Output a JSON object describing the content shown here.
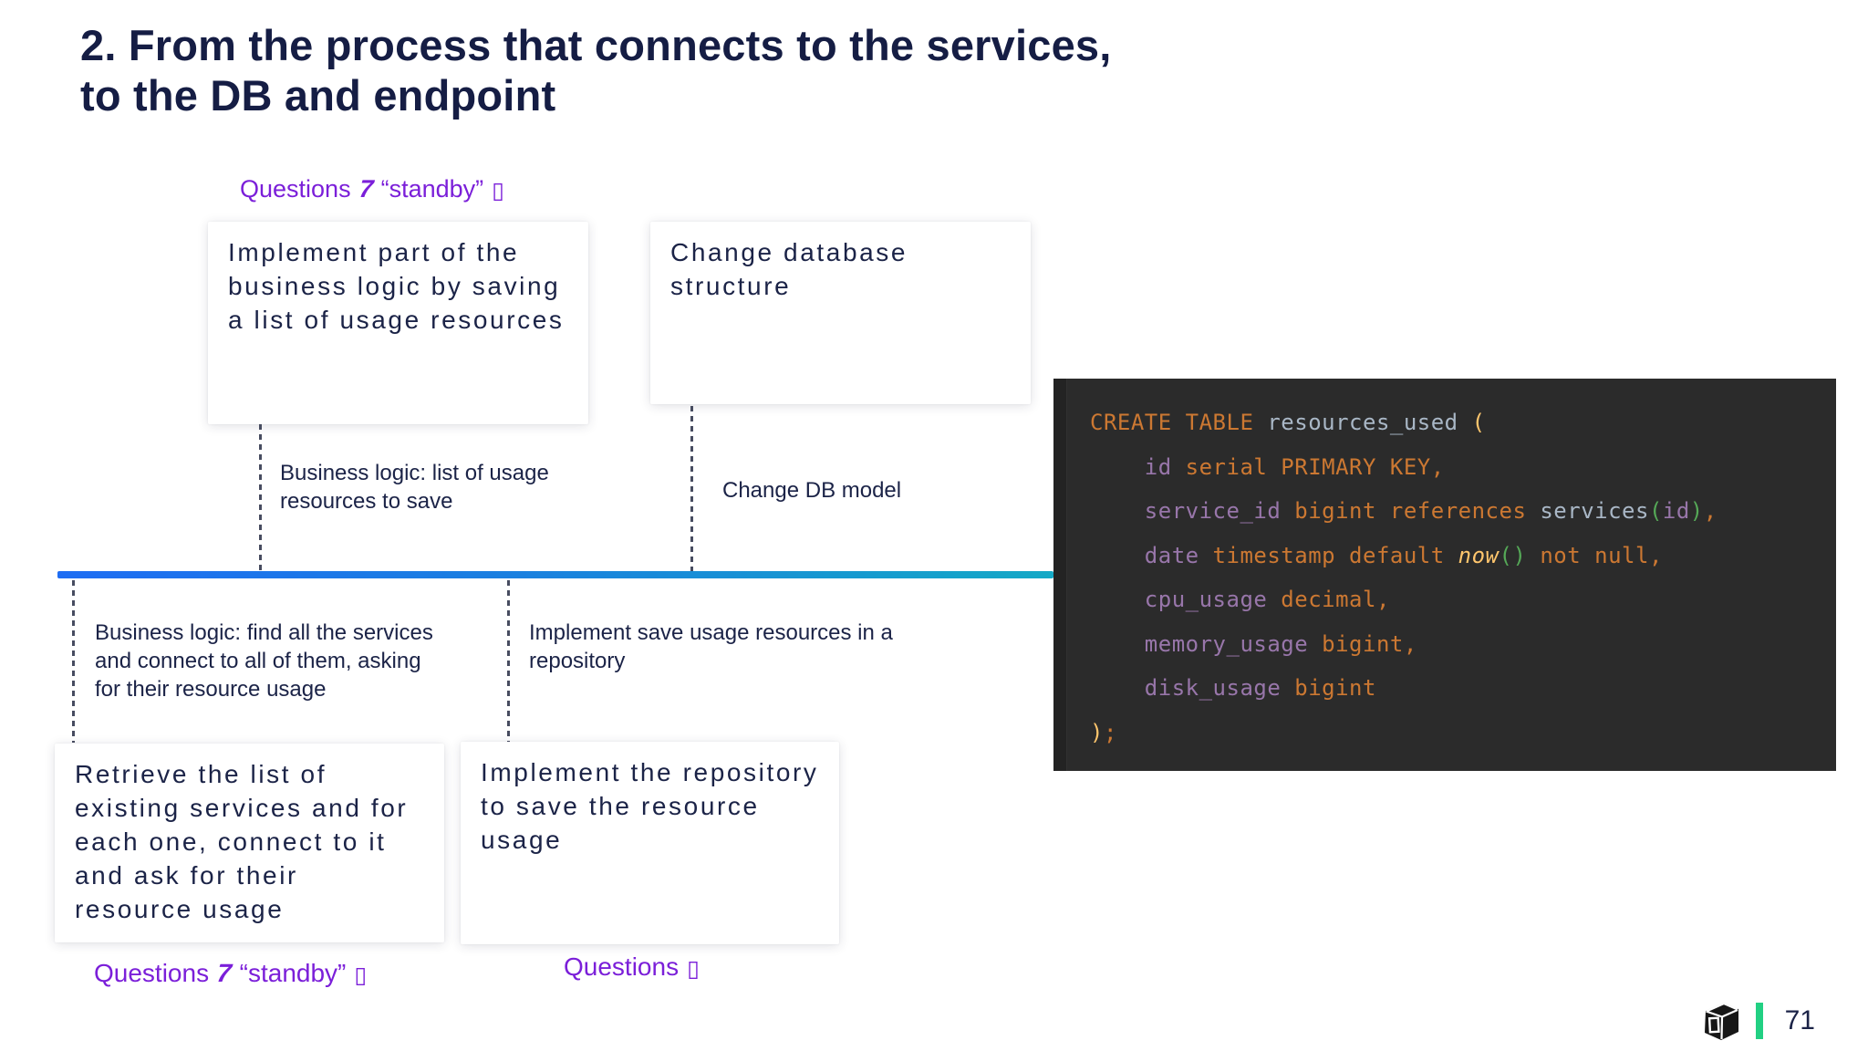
{
  "title": {
    "line1": "2. From the process that connects to the services,",
    "line2": "to the DB and endpoint"
  },
  "questions": {
    "top": {
      "prefix": "Questions",
      "glyph": "7",
      "rest": "“standby”",
      "box": "▯"
    },
    "bottom_left": {
      "prefix": "Questions",
      "glyph": "7",
      "rest": "“standby”",
      "box": "▯"
    },
    "bottom_mid": {
      "prefix": "Questions",
      "box": "▯"
    }
  },
  "cards": [
    {
      "id": "top-left",
      "text": "Implement part of the business logic by saving a list of usage resources"
    },
    {
      "id": "top-mid",
      "text": "Change database structure"
    },
    {
      "id": "bottom-left",
      "text": "Retrieve the list of existing services and for each one, connect to it and ask for their resource usage"
    },
    {
      "id": "bottom-mid",
      "text": "Implement the repository to save the resource usage"
    }
  ],
  "annotations": {
    "above_left": "Business logic: list of usage resources to save",
    "above_right": "Change DB model",
    "below_left": "Business logic: find all the services and connect to all of them, asking for their resource usage",
    "below_right": "Implement save usage resources in a repository"
  },
  "code": {
    "language": "sql",
    "lines": [
      [
        [
          "CREATE TABLE ",
          "kw"
        ],
        [
          "resources_used ",
          "plain"
        ],
        [
          "(",
          "p1"
        ]
      ],
      [
        [
          "    ",
          "plain"
        ],
        [
          "id ",
          "fld"
        ],
        [
          "serial PRIMARY KEY,",
          "kw"
        ]
      ],
      [
        [
          "    ",
          "plain"
        ],
        [
          "service_id ",
          "fld"
        ],
        [
          "bigint references ",
          "kw"
        ],
        [
          "services",
          "plain"
        ],
        [
          "(",
          "p2"
        ],
        [
          "id",
          "fld"
        ],
        [
          ")",
          "p2"
        ],
        [
          ",",
          "kw"
        ]
      ],
      [
        [
          "    ",
          "plain"
        ],
        [
          "date ",
          "fld"
        ],
        [
          "timestamp default ",
          "kw"
        ],
        [
          "now",
          "fn"
        ],
        [
          "()",
          "p2"
        ],
        [
          " not null,",
          "kw"
        ]
      ],
      [
        [
          "    ",
          "plain"
        ],
        [
          "cpu_usage ",
          "fld"
        ],
        [
          "decimal,",
          "kw"
        ]
      ],
      [
        [
          "    ",
          "plain"
        ],
        [
          "memory_usage ",
          "fld"
        ],
        [
          "bigint,",
          "kw"
        ]
      ],
      [
        [
          "    ",
          "plain"
        ],
        [
          "disk_usage ",
          "fld"
        ],
        [
          "bigint",
          "kw"
        ]
      ],
      [
        [
          ")",
          "p1"
        ],
        [
          ";",
          "kw"
        ]
      ]
    ]
  },
  "footer": {
    "logo_icon": "cube-logo-icon",
    "page_number": "71"
  },
  "colors": {
    "title_navy": "#151d44",
    "body_navy": "#1b2347",
    "accent_purple": "#7b1fd9",
    "timeline_start": "#1e6df3",
    "timeline_end": "#14a9c6",
    "code_background": "#2b2b2b",
    "code_keyword": "#cc7832",
    "code_field": "#9876aa",
    "code_plain": "#a9b7c6",
    "green_bar": "#22d083"
  }
}
